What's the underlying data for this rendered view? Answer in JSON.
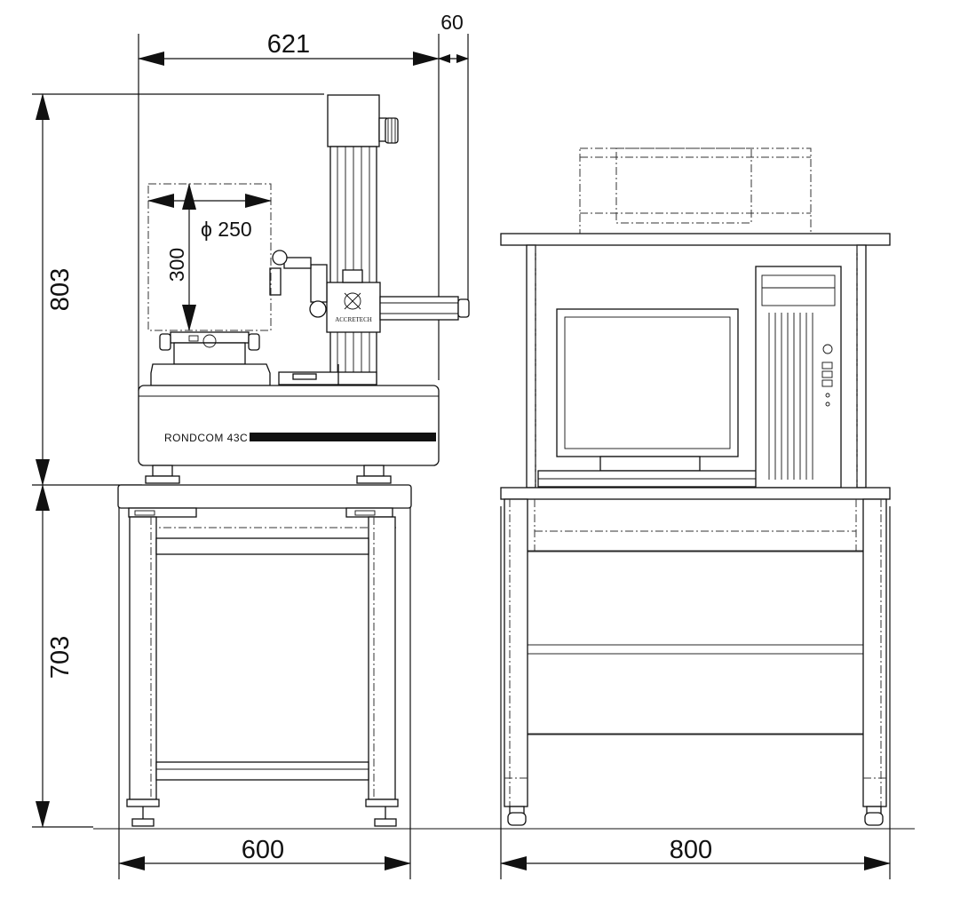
{
  "dimensions": {
    "instrument_width": "621",
    "overhang": "60",
    "instrument_height": "803",
    "stand_height": "703",
    "stand_width": "600",
    "cart_width": "800",
    "max_work_diameter": "ϕ 250",
    "max_work_height": "300"
  },
  "instrument": {
    "model": "RONDCOM 43C",
    "logo": "ACCRETECH"
  },
  "colors": {
    "line": "#111111",
    "background": "#ffffff"
  }
}
